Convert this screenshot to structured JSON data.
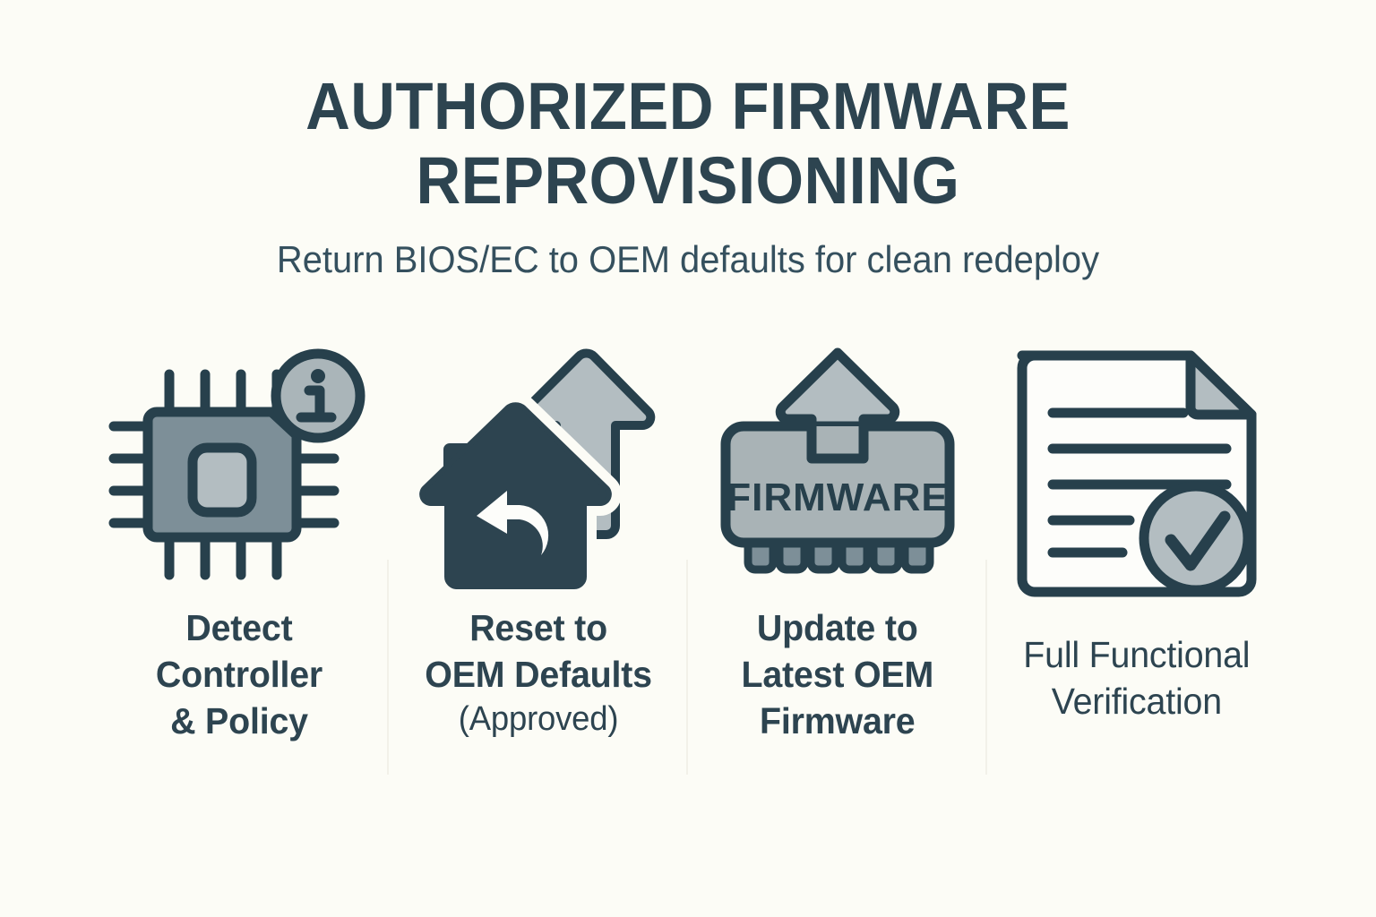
{
  "background_color": "#fcfcf6",
  "accent_dark": "#2d4450",
  "accent_gray": "#7d8f98",
  "accent_light_gray": "#b3bdc1",
  "header": {
    "title_line_1": "AUTHORIZED FIRMWARE",
    "title_line_2": "REPROVISIONING",
    "subtitle": "Return BIOS/EC to OEM defaults for clean redeploy"
  },
  "steps": [
    {
      "icon": "cpu-chip-info-icon",
      "caption_lines": [
        "Detect",
        "Controller",
        "& Policy"
      ],
      "note": ""
    },
    {
      "icon": "home-reset-arrow-icon",
      "caption_lines": [
        "Reset to",
        "OEM Defaults"
      ],
      "note": "(Approved)"
    },
    {
      "icon": "firmware-chip-upload-icon",
      "caption_lines": [
        "Update to",
        "Latest OEM",
        "Firmware"
      ],
      "note": "",
      "icon_label": "FIRMWARE"
    },
    {
      "icon": "document-checkmark-icon",
      "caption_lines": [
        "Full Functional",
        "Verification"
      ],
      "note": ""
    }
  ]
}
